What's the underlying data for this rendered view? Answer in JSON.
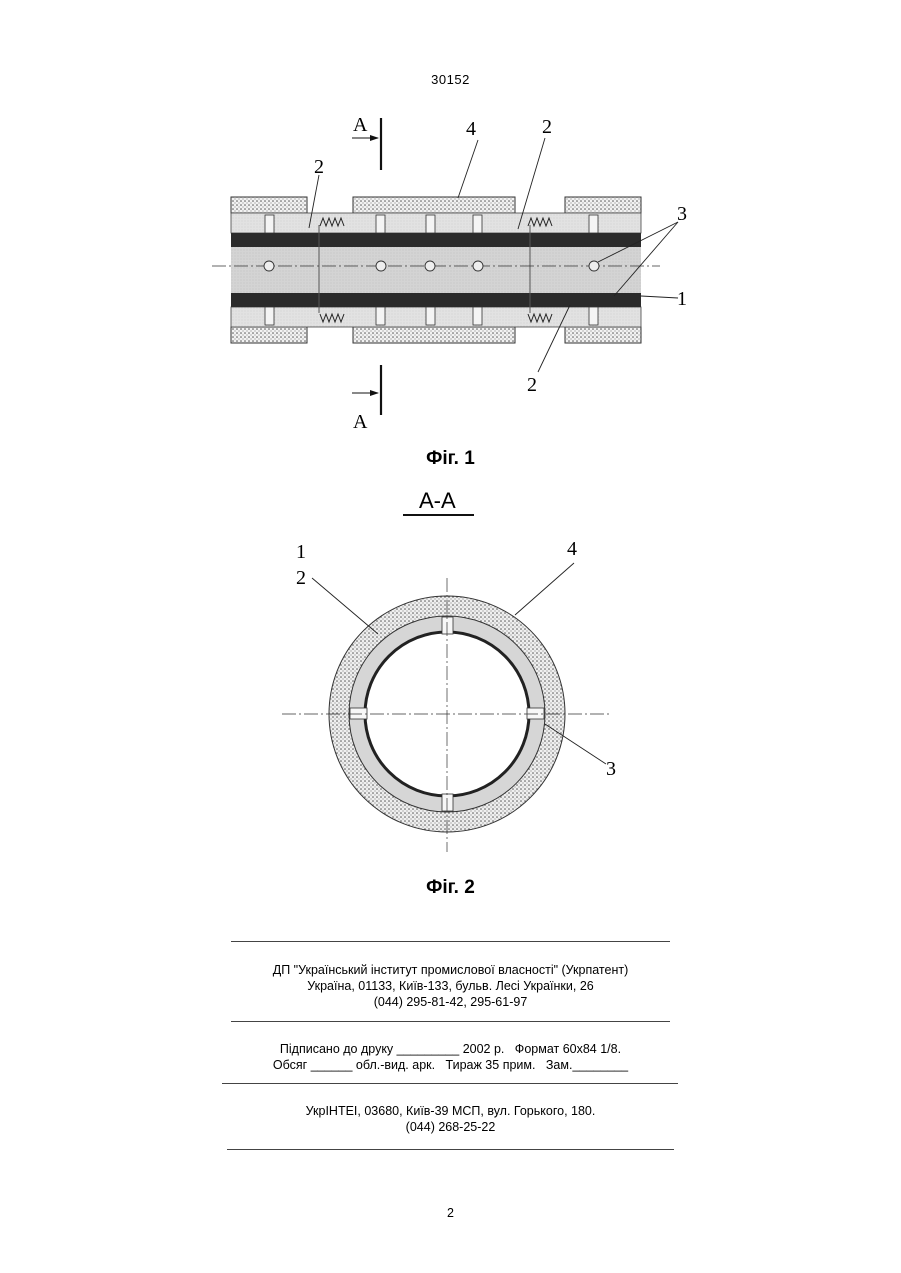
{
  "document_number": "30152",
  "figure1": {
    "caption": "Фіг. 1",
    "section_marks": [
      "A",
      "A"
    ],
    "callouts": {
      "top_left": "2",
      "top_center": "4",
      "top_right": "2",
      "right_upper": "3",
      "right_lower": "1",
      "bottom": "2"
    }
  },
  "figure2": {
    "section_title": "А-А",
    "caption": "Фіг. 2",
    "callouts": {
      "one": "1",
      "two": "2",
      "four": "4",
      "three": "3"
    }
  },
  "publisher": {
    "name": "ДП \"Український інститут промислової власності\" (Укрпатент)",
    "address": "Україна, 01133, Київ-133, бульв. Лесі Українки, 26",
    "phone": "(044) 295-81-42, 295-61-97"
  },
  "print_info": {
    "line1": "Підписано до друку _________ 2002 р.   Формат 60х84 1/8.",
    "line2": "Обсяг ______ обл.-вид. арк.   Тираж 35 прим.   Зам.________"
  },
  "printer": {
    "name": "УкрІНТЕІ, 03680, Київ-39 МСП, вул. Горького, 180.",
    "phone": "(044) 268-25-22"
  },
  "page_number": "2"
}
